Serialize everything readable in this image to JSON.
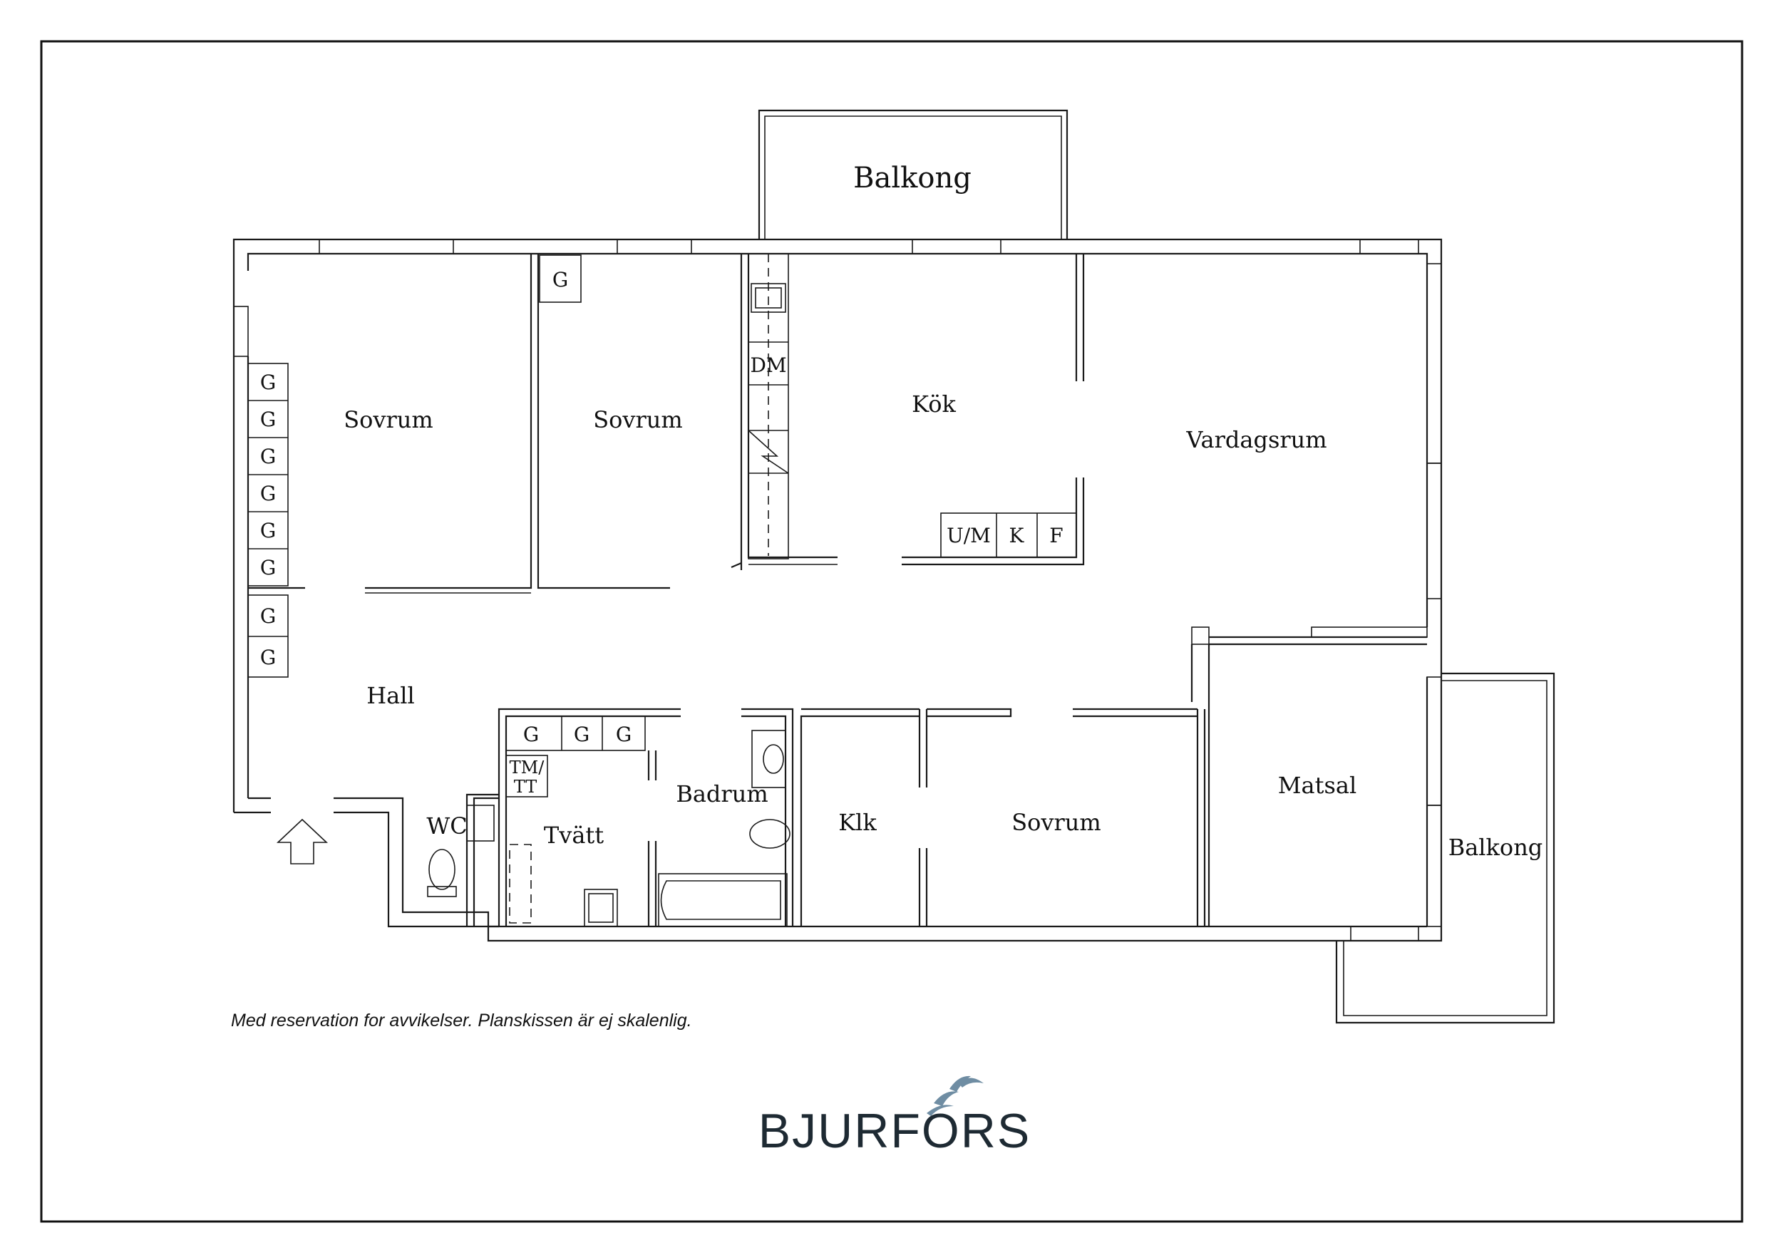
{
  "rooms": {
    "balkong_top": "Balkong",
    "sovrum_1": "Sovrum",
    "sovrum_2": "Sovrum",
    "kok": "Kök",
    "vardagsrum": "Vardagsrum",
    "hall": "Hall",
    "wc": "WC",
    "tvatt": "Tvätt",
    "badrum": "Badrum",
    "klk": "Klk",
    "sovrum_3": "Sovrum",
    "matsal": "Matsal",
    "balkong_right": "Balkong"
  },
  "fixtures": {
    "wardrobe": "G",
    "dishwasher": "DM",
    "microwave_oven": "U/M",
    "fridge": "K",
    "freezer": "F",
    "tumbler_line1": "TM/",
    "tumbler_line2": "TT"
  },
  "note": "Med reservation for avvikelser. Planskissen är ej skalenlig.",
  "brand": {
    "name": "BJURFORS",
    "logo_color": "#6f8da3",
    "text_color": "#1e2a33"
  }
}
